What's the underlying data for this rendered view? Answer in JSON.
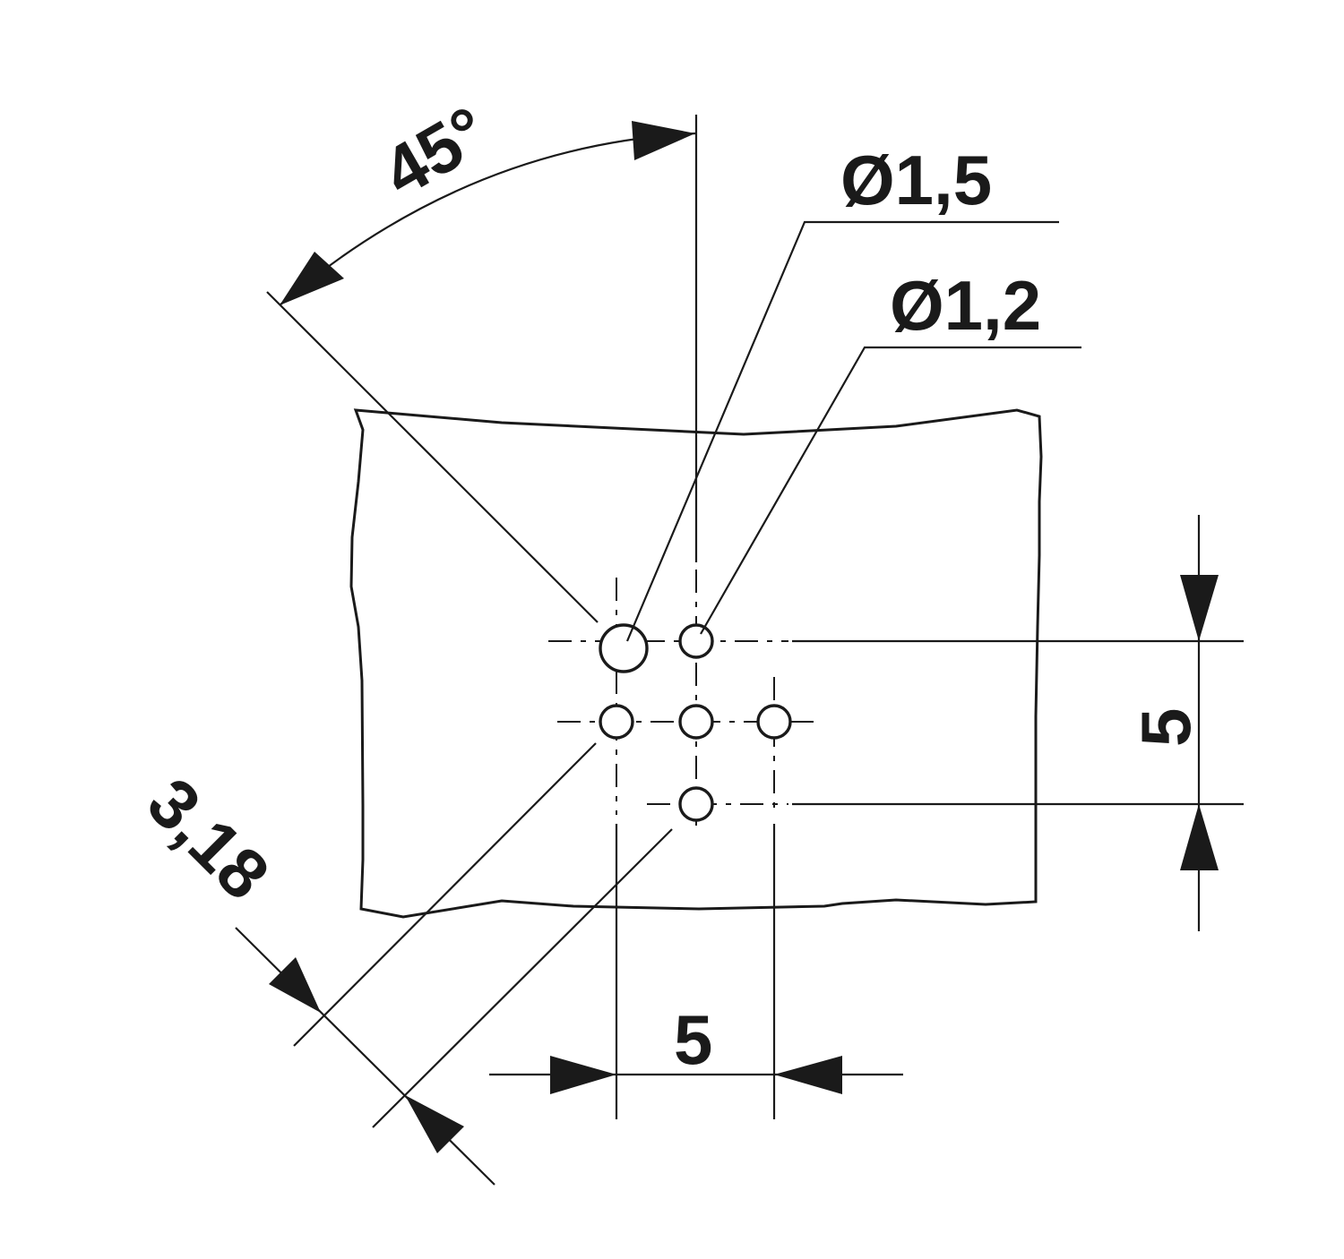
{
  "drawing": {
    "labels": {
      "angle": "45°",
      "large_hole_diameter": "Ø1,5",
      "small_hole_diameter": "Ø1,2",
      "diagonal_pitch": "3,18",
      "horizontal_pitch": "5",
      "vertical_pitch": "5"
    },
    "colors": {
      "line": "#1a1a1a",
      "background": "#ffffff"
    }
  }
}
